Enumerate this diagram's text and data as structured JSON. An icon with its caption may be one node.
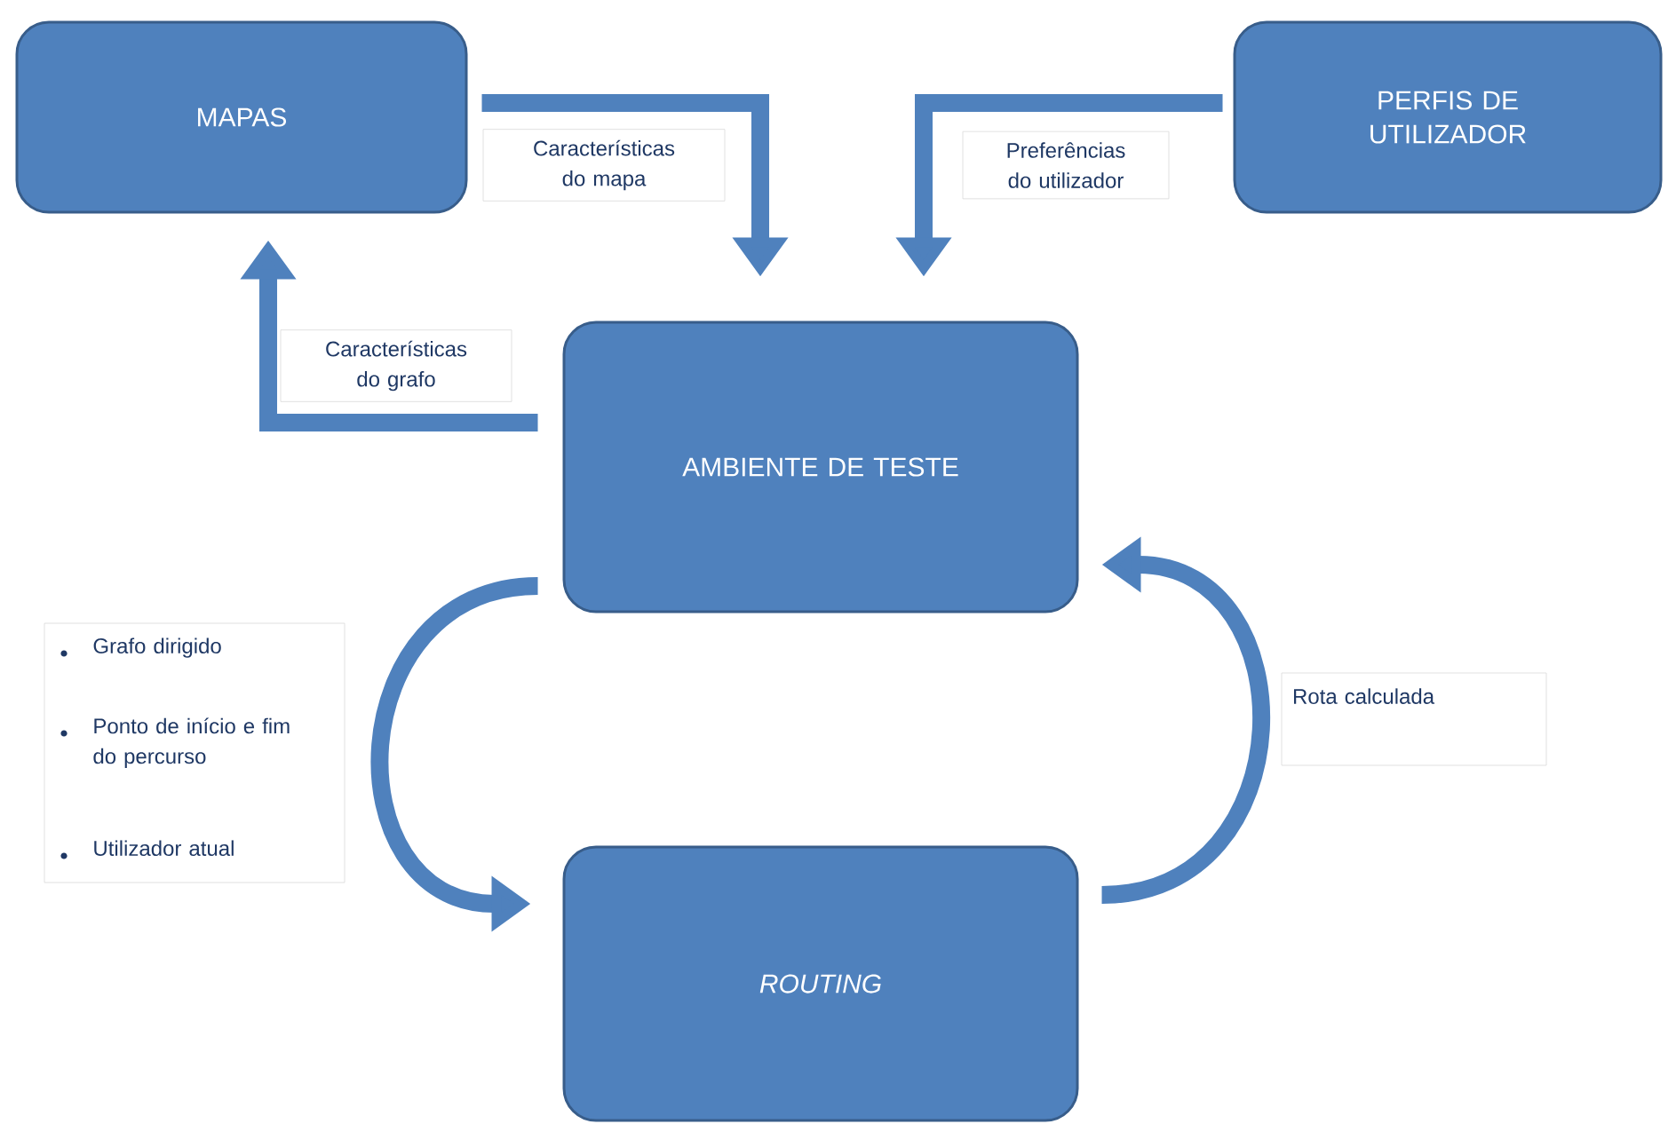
{
  "diagram": {
    "nodes": [
      {
        "text": [
          "MAPAS"
        ]
      },
      {
        "text": [
          "PERFIS DE UTILIZADOR"
        ]
      },
      {
        "text": [
          "AMBIENTE DE TESTE"
        ]
      },
      {
        "text": [
          "ROUTING"
        ]
      }
    ],
    "edges": [
      {
        "from": 0,
        "to": 2,
        "arrow": "to",
        "label": "Características do mapa"
      },
      {
        "from": 1,
        "to": 2,
        "arrow": "to",
        "label": "Preferências do utilizador"
      },
      {
        "from": 2,
        "to": 0,
        "arrow": "to",
        "label": "Características do grafo"
      },
      {
        "from": 2,
        "to": 3,
        "arrow": "to"
      },
      {
        "from": 3,
        "to": 2,
        "arrow": "to",
        "label": "Rota calculada"
      }
    ],
    "labels": [
      "Grafo dirigido",
      "Ponto de início e fim do percurso",
      "Utilizador atual"
    ]
  }
}
